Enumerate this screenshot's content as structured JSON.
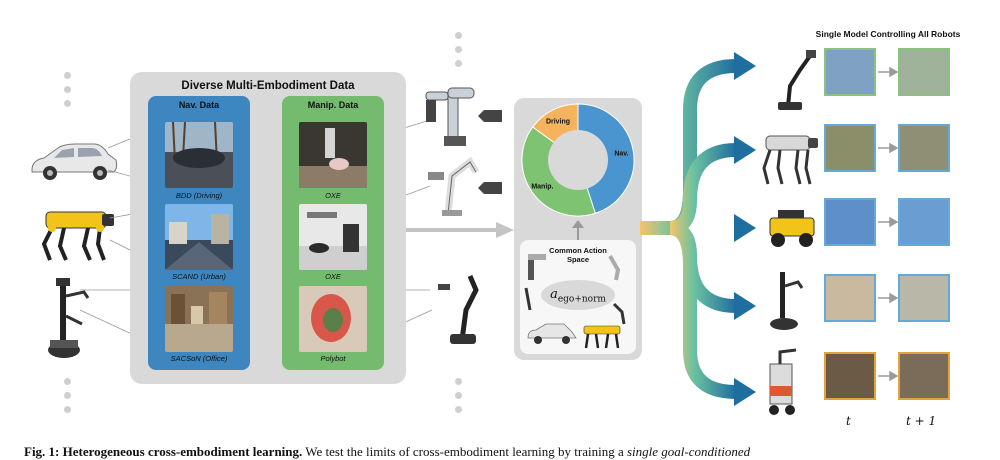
{
  "left_panel": {
    "title": "Diverse Multi-Embodiment Data",
    "nav": {
      "title": "Nav. Data",
      "items": [
        "BDD (Driving)",
        "SCAND (Urban)",
        "SACSoN (Office)"
      ]
    },
    "manip": {
      "title": "Manip. Data",
      "items": [
        "OXE",
        "OXE",
        "Polybot"
      ]
    }
  },
  "donut": {
    "segments": [
      {
        "label": "Nav.",
        "value": 45,
        "color": "#4a95d0"
      },
      {
        "label": "Manip.",
        "value": 40,
        "color": "#7dc371"
      },
      {
        "label": "Driving",
        "value": 15,
        "color": "#f6b35e"
      }
    ]
  },
  "action_space": {
    "title_line1": "Common Action",
    "title_line2": "Space",
    "formula_base": "a",
    "formula_sub": "ego+norm"
  },
  "right": {
    "title": "Single Model Controlling All Robots",
    "t_label": "t",
    "t_next_label": "t + 1"
  },
  "caption": {
    "bold": "Fig. 1: Heterogeneous cross-embodiment learning.",
    "text": " We test the limits of cross-embodiment learning by training a ",
    "italic": "single goal-conditioned"
  }
}
